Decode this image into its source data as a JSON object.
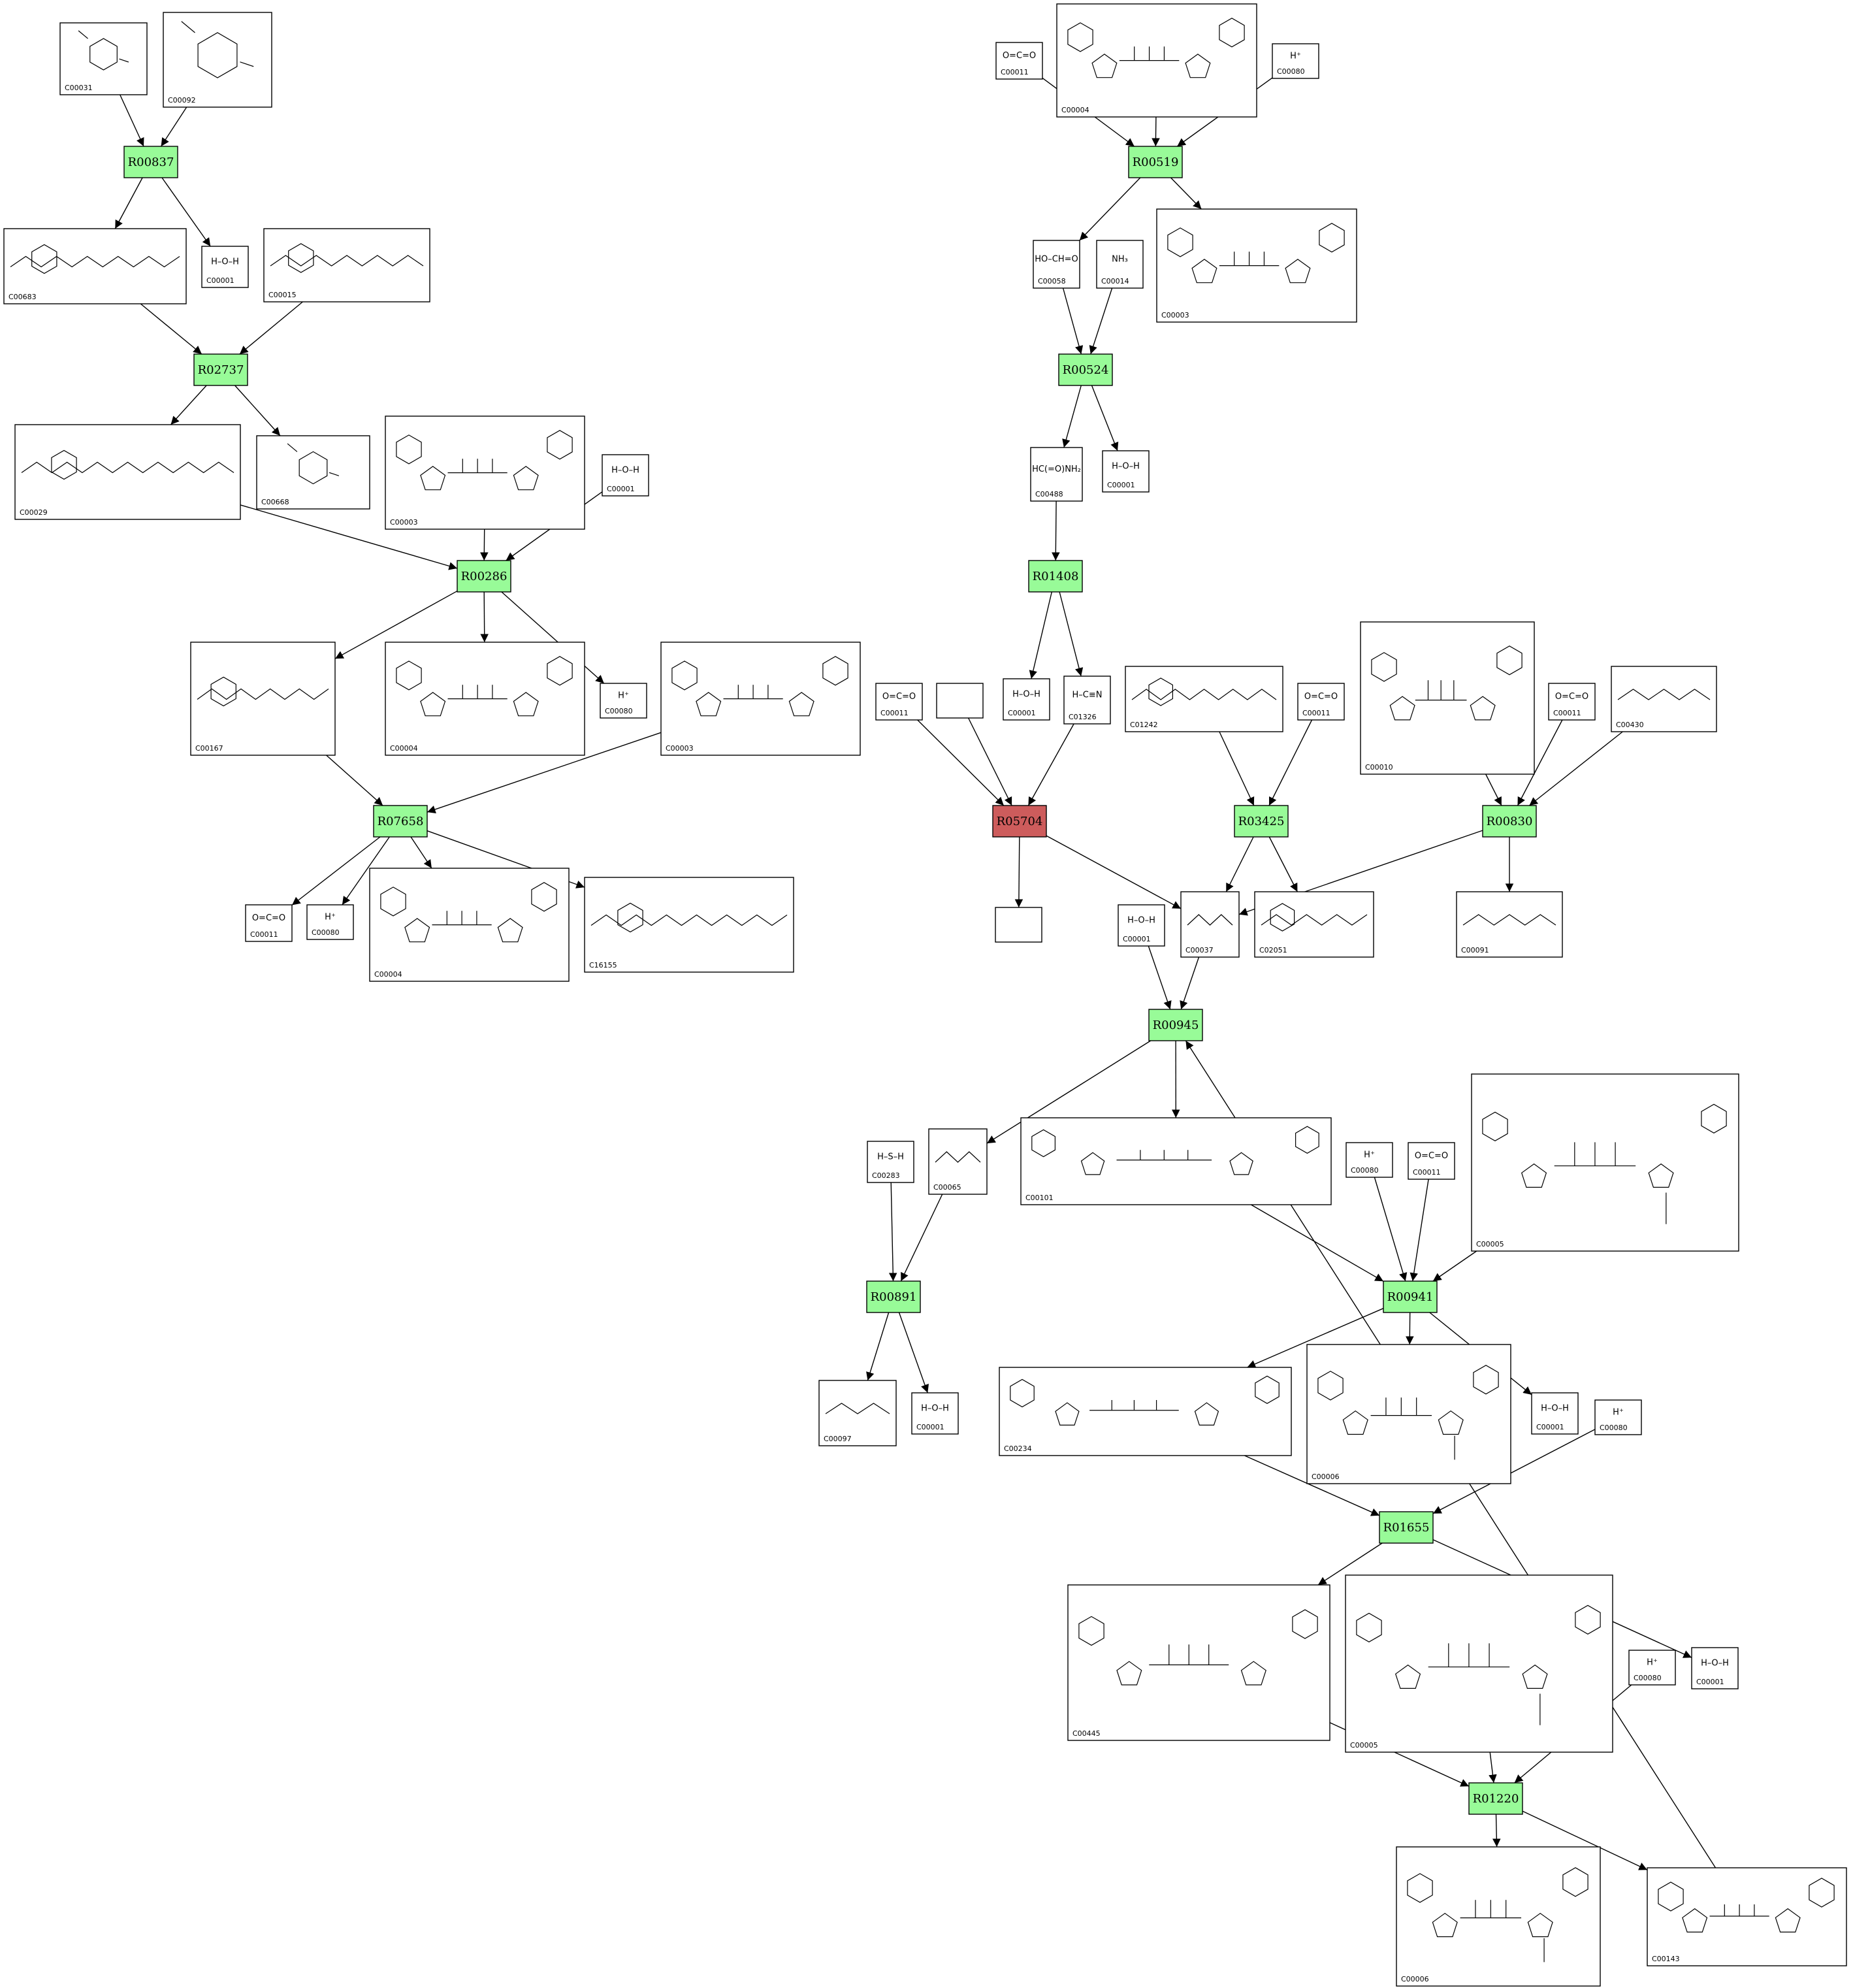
{
  "colors": {
    "reaction_fill": "#98fb98",
    "reaction_fill_highlight": "#cd5c5c",
    "stroke": "#000000",
    "background": "#ffffff"
  },
  "reactions": [
    {
      "id": "R00837",
      "highlight": false
    },
    {
      "id": "R02737",
      "highlight": false
    },
    {
      "id": "R00286",
      "highlight": false
    },
    {
      "id": "R07658",
      "highlight": false
    },
    {
      "id": "R00519",
      "highlight": false
    },
    {
      "id": "R00524",
      "highlight": false
    },
    {
      "id": "R01408",
      "highlight": false
    },
    {
      "id": "R05704",
      "highlight": true
    },
    {
      "id": "R03425",
      "highlight": false
    },
    {
      "id": "R00830",
      "highlight": false
    },
    {
      "id": "R00945",
      "highlight": false
    },
    {
      "id": "R00891",
      "highlight": false
    },
    {
      "id": "R00941",
      "highlight": false
    },
    {
      "id": "R01655",
      "highlight": false
    },
    {
      "id": "R01220",
      "highlight": false
    }
  ],
  "compounds": [
    {
      "key": "c00031",
      "id": "C00031",
      "kind": "ring"
    },
    {
      "key": "c00092",
      "id": "C00092",
      "kind": "ring"
    },
    {
      "key": "c00001a",
      "id": "C00001",
      "kind": "water",
      "glyph": "H–O–H"
    },
    {
      "key": "c00683",
      "id": "C00683",
      "kind": "chain"
    },
    {
      "key": "c00015",
      "id": "C00015",
      "kind": "chain"
    },
    {
      "key": "c00029",
      "id": "C00029",
      "kind": "chain"
    },
    {
      "key": "c00668",
      "id": "C00668",
      "kind": "ring"
    },
    {
      "key": "c00003a",
      "id": "C00003",
      "kind": "nad"
    },
    {
      "key": "c00001b",
      "id": "C00001",
      "kind": "water",
      "glyph": "H–O–H"
    },
    {
      "key": "c00167",
      "id": "C00167",
      "kind": "chain"
    },
    {
      "key": "c00004a",
      "id": "C00004",
      "kind": "nad"
    },
    {
      "key": "c00080a",
      "id": "C00080",
      "kind": "proton",
      "glyph": "H⁺"
    },
    {
      "key": "c00003b",
      "id": "C00003",
      "kind": "nad"
    },
    {
      "key": "c00011a",
      "id": "C00011",
      "kind": "small",
      "glyph": "O=C=O"
    },
    {
      "key": "c00080b",
      "id": "C00080",
      "kind": "proton",
      "glyph": "H⁺"
    },
    {
      "key": "c00004b",
      "id": "C00004",
      "kind": "nad"
    },
    {
      "key": "c16155",
      "id": "C16155",
      "kind": "chain"
    },
    {
      "key": "c00011b",
      "id": "C00011",
      "kind": "small",
      "glyph": "O=C=O"
    },
    {
      "key": "c00004c",
      "id": "C00004",
      "kind": "nad"
    },
    {
      "key": "c00080c",
      "id": "C00080",
      "kind": "proton",
      "glyph": "H⁺"
    },
    {
      "key": "c00058",
      "id": "C00058",
      "kind": "small",
      "glyph": "HO–CH=O"
    },
    {
      "key": "c00014",
      "id": "C00014",
      "kind": "small",
      "glyph": "NH₃"
    },
    {
      "key": "c00003c",
      "id": "C00003",
      "kind": "nad"
    },
    {
      "key": "c00488",
      "id": "C00488",
      "kind": "small",
      "glyph": "HC(=O)NH₂"
    },
    {
      "key": "c00001c",
      "id": "C00001",
      "kind": "water",
      "glyph": "H–O–H"
    },
    {
      "key": "c00011c",
      "id": "C00011",
      "kind": "small",
      "glyph": "O=C=O"
    },
    {
      "key": "blank1",
      "id": "",
      "kind": "blank"
    },
    {
      "key": "c00001d",
      "id": "C00001",
      "kind": "water",
      "glyph": "H–O–H"
    },
    {
      "key": "c01326",
      "id": "C01326",
      "kind": "small",
      "glyph": "H–C≡N"
    },
    {
      "key": "c01242",
      "id": "C01242",
      "kind": "chain"
    },
    {
      "key": "c00011d",
      "id": "C00011",
      "kind": "small",
      "glyph": "O=C=O"
    },
    {
      "key": "c00010",
      "id": "C00010",
      "kind": "nad"
    },
    {
      "key": "c00011e",
      "id": "C00011",
      "kind": "small",
      "glyph": "O=C=O"
    },
    {
      "key": "c00430",
      "id": "C00430",
      "kind": "chain"
    },
    {
      "key": "blank2",
      "id": "",
      "kind": "blank"
    },
    {
      "key": "c00001e",
      "id": "C00001",
      "kind": "water",
      "glyph": "H–O–H"
    },
    {
      "key": "c00037",
      "id": "C00037",
      "kind": "chain"
    },
    {
      "key": "c02051",
      "id": "C02051",
      "kind": "chain"
    },
    {
      "key": "c00091",
      "id": "C00091",
      "kind": "chain"
    },
    {
      "key": "c00283",
      "id": "C00283",
      "kind": "small",
      "glyph": "H–S–H"
    },
    {
      "key": "c00065",
      "id": "C00065",
      "kind": "chain"
    },
    {
      "key": "c00101",
      "id": "C00101",
      "kind": "folate"
    },
    {
      "key": "c00080d",
      "id": "C00080",
      "kind": "proton",
      "glyph": "H⁺"
    },
    {
      "key": "c00011f",
      "id": "C00011",
      "kind": "small",
      "glyph": "O=C=O"
    },
    {
      "key": "c00005a",
      "id": "C00005",
      "kind": "nadp"
    },
    {
      "key": "c00097",
      "id": "C00097",
      "kind": "chain"
    },
    {
      "key": "c00001f",
      "id": "C00001",
      "kind": "water",
      "glyph": "H–O–H"
    },
    {
      "key": "c00234",
      "id": "C00234",
      "kind": "folate"
    },
    {
      "key": "c00006a",
      "id": "C00006",
      "kind": "nadp"
    },
    {
      "key": "c00001g",
      "id": "C00001",
      "kind": "water",
      "glyph": "H–O–H"
    },
    {
      "key": "c00080e",
      "id": "C00080",
      "kind": "proton",
      "glyph": "H⁺"
    },
    {
      "key": "c00445",
      "id": "C00445",
      "kind": "folate"
    },
    {
      "key": "c00005b",
      "id": "C00005",
      "kind": "nadp"
    },
    {
      "key": "c00080f",
      "id": "C00080",
      "kind": "proton",
      "glyph": "H⁺"
    },
    {
      "key": "c00001h",
      "id": "C00001",
      "kind": "water",
      "glyph": "H–O–H"
    },
    {
      "key": "c00006b",
      "id": "C00006",
      "kind": "nadp"
    },
    {
      "key": "c00143",
      "id": "C00143",
      "kind": "folate"
    }
  ],
  "edges": [
    [
      "c00031",
      "R00837"
    ],
    [
      "c00092",
      "R00837"
    ],
    [
      "R00837",
      "c00683"
    ],
    [
      "R00837",
      "c00001a"
    ],
    [
      "c00683",
      "R02737"
    ],
    [
      "c00015",
      "R02737"
    ],
    [
      "R02737",
      "c00029"
    ],
    [
      "R02737",
      "c00668"
    ],
    [
      "c00029",
      "R00286"
    ],
    [
      "c00003a",
      "R00286"
    ],
    [
      "c00001b",
      "R00286"
    ],
    [
      "R00286",
      "c00167"
    ],
    [
      "R00286",
      "c00004a"
    ],
    [
      "R00286",
      "c00080a"
    ],
    [
      "c00167",
      "R07658"
    ],
    [
      "c00003b",
      "R07658"
    ],
    [
      "R07658",
      "c00011a"
    ],
    [
      "R07658",
      "c00080b"
    ],
    [
      "R07658",
      "c00004b"
    ],
    [
      "R07658",
      "c16155"
    ],
    [
      "c00011b",
      "R00519"
    ],
    [
      "c00004c",
      "R00519"
    ],
    [
      "c00080c",
      "R00519"
    ],
    [
      "R00519",
      "c00058"
    ],
    [
      "R00519",
      "c00003c"
    ],
    [
      "c00058",
      "R00524"
    ],
    [
      "c00014",
      "R00524"
    ],
    [
      "R00524",
      "c00488"
    ],
    [
      "R00524",
      "c00001c"
    ],
    [
      "c00488",
      "R01408"
    ],
    [
      "R01408",
      "c00001d"
    ],
    [
      "R01408",
      "c01326"
    ],
    [
      "c00011c",
      "R05704"
    ],
    [
      "blank1",
      "R05704"
    ],
    [
      "c01326",
      "R05704"
    ],
    [
      "R05704",
      "blank2"
    ],
    [
      "R05704",
      "c00037"
    ],
    [
      "c01242",
      "R03425"
    ],
    [
      "c00011d",
      "R03425"
    ],
    [
      "R03425",
      "c00037"
    ],
    [
      "R03425",
      "c02051"
    ],
    [
      "c00010",
      "R00830"
    ],
    [
      "c00011e",
      "R00830"
    ],
    [
      "c00430",
      "R00830"
    ],
    [
      "R00830",
      "c00037"
    ],
    [
      "R00830",
      "c00091"
    ],
    [
      "c00001e",
      "R00945"
    ],
    [
      "c00037",
      "R00945"
    ],
    [
      "c00143",
      "R00945"
    ],
    [
      "R00945",
      "c00065"
    ],
    [
      "R00945",
      "c00101"
    ],
    [
      "c00283",
      "R00891"
    ],
    [
      "c00065",
      "R00891"
    ],
    [
      "R00891",
      "c00097"
    ],
    [
      "R00891",
      "c00001f"
    ],
    [
      "c00101",
      "R00941"
    ],
    [
      "c00080d",
      "R00941"
    ],
    [
      "c00011f",
      "R00941"
    ],
    [
      "c00005a",
      "R00941"
    ],
    [
      "R00941",
      "c00234"
    ],
    [
      "R00941",
      "c00006a"
    ],
    [
      "R00941",
      "c00001g"
    ],
    [
      "c00234",
      "R01655"
    ],
    [
      "c00080e",
      "R01655"
    ],
    [
      "R01655",
      "c00445"
    ],
    [
      "R01655",
      "c00001h"
    ],
    [
      "c00445",
      "R01220"
    ],
    [
      "c00005b",
      "R01220"
    ],
    [
      "c00080f",
      "R01220"
    ],
    [
      "R01220",
      "c00006b"
    ],
    [
      "R01220",
      "c00143"
    ]
  ]
}
